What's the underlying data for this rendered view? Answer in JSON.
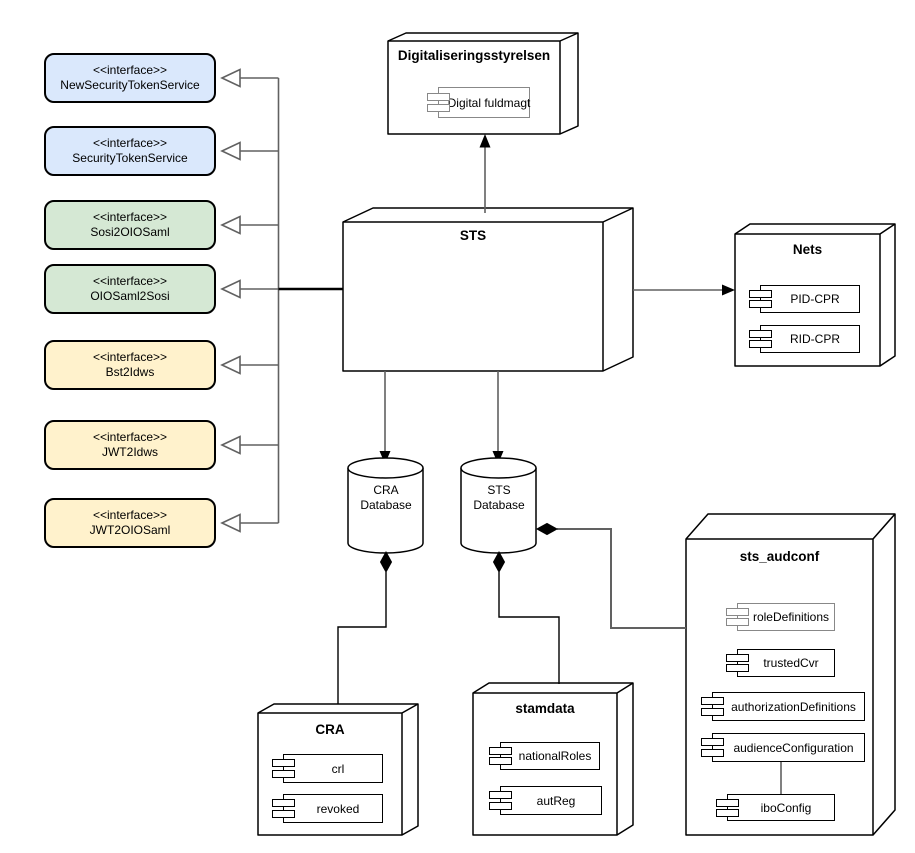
{
  "interfaces": [
    {
      "stereotype": "<<interface>>",
      "name": "NewSecurityTokenService",
      "fill": "#dae8fc"
    },
    {
      "stereotype": "<<interface>>",
      "name": "SecurityTokenService",
      "fill": "#dae8fc"
    },
    {
      "stereotype": "<<interface>>",
      "name": "Sosi2OIOSaml",
      "fill": "#d5e8d4"
    },
    {
      "stereotype": "<<interface>>",
      "name": "OIOSaml2Sosi",
      "fill": "#d5e8d4"
    },
    {
      "stereotype": "<<interface>>",
      "name": "Bst2Idws",
      "fill": "#fff2cc"
    },
    {
      "stereotype": "<<interface>>",
      "name": "JWT2Idws",
      "fill": "#fff2cc"
    },
    {
      "stereotype": "<<interface>>",
      "name": "JWT2OIOSaml",
      "fill": "#fff2cc"
    }
  ],
  "nodes": {
    "digitaliseringsstyrelsen": {
      "title": "Digitaliseringsstyrelsen",
      "components": [
        "Digital fuldmagt"
      ]
    },
    "sts": {
      "title": "STS"
    },
    "nets": {
      "title": "Nets",
      "components": [
        "PID-CPR",
        "RID-CPR"
      ]
    },
    "cra": {
      "title": "CRA",
      "components": [
        "crl",
        "revoked"
      ]
    },
    "stamdata": {
      "title": "stamdata",
      "components": [
        "nationalRoles",
        "autReg"
      ]
    },
    "sts_audconf": {
      "title": "sts_audconf",
      "components": [
        "roleDefinitions",
        "trustedCvr",
        "authorizationDefinitions",
        "audienceConfiguration",
        "iboConfig"
      ]
    }
  },
  "databases": [
    {
      "name": "CRA Database",
      "line1": "CRA",
      "line2": "Database"
    },
    {
      "name": "STS Database",
      "line1": "STS",
      "line2": "Database"
    }
  ],
  "edges": [
    {
      "from": "STS",
      "to": "NewSecurityTokenService",
      "type": "realization"
    },
    {
      "from": "STS",
      "to": "SecurityTokenService",
      "type": "realization"
    },
    {
      "from": "STS",
      "to": "Sosi2OIOSaml",
      "type": "realization"
    },
    {
      "from": "STS",
      "to": "OIOSaml2Sosi",
      "type": "realization"
    },
    {
      "from": "STS",
      "to": "Bst2Idws",
      "type": "realization"
    },
    {
      "from": "STS",
      "to": "JWT2Idws",
      "type": "realization"
    },
    {
      "from": "STS",
      "to": "JWT2OIOSaml",
      "type": "realization"
    },
    {
      "from": "STS",
      "to": "Digitaliseringsstyrelsen",
      "type": "arrow"
    },
    {
      "from": "STS",
      "to": "Nets",
      "type": "arrow"
    },
    {
      "from": "STS",
      "to": "CRA Database",
      "type": "arrow"
    },
    {
      "from": "STS",
      "to": "STS Database",
      "type": "arrow"
    },
    {
      "from": "CRA Database",
      "to": "CRA",
      "type": "composition"
    },
    {
      "from": "STS Database",
      "to": "stamdata",
      "type": "composition"
    },
    {
      "from": "STS Database",
      "to": "sts_audconf",
      "type": "composition"
    },
    {
      "from": "audienceConfiguration",
      "to": "iboConfig",
      "type": "association"
    }
  ],
  "colors": {
    "interface_blue": "#dae8fc",
    "interface_green": "#d5e8d4",
    "interface_yellow": "#fff2cc",
    "edge_gray": "#616161",
    "edge_black": "#000000",
    "component_border_gray": "#888888",
    "shape_border": "#000000",
    "background": "#ffffff"
  }
}
